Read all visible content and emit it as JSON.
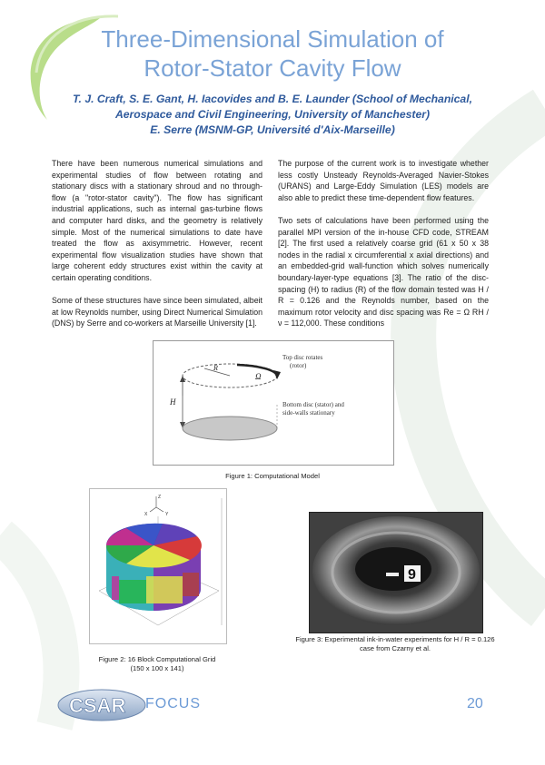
{
  "title": {
    "line1": "Three-Dimensional Simulation of",
    "line2": "Rotor-Stator Cavity Flow"
  },
  "authors": {
    "line1": "T. J. Craft, S. E. Gant, H. Iacovides and B. E. Launder (School of Mechanical,",
    "line2": "Aerospace and Civil Engineering, University of Manchester)",
    "line3": "E. Serre (MSNM-GP, Université d'Aix-Marseille)"
  },
  "body": {
    "left_p1": "There have been numerous numerical simulations and experimental studies of flow between rotating and stationary discs with a stationary shroud and no through-flow (a \"rotor-stator cavity\"). The flow has significant industrial applications, such as internal gas-turbine flows and computer hard disks, and the geometry is relatively simple. Most of the numerical simulations to date have treated the flow as axisymmetric. However, recent experimental flow visualization studies have shown that large coherent eddy structures exist within the cavity at certain operating conditions.",
    "left_p2": "Some of these structures have since been simulated, albeit at low Reynolds number, using Direct Numerical Simulation (DNS) by Serre and co-workers at Marseille University [1].",
    "right_p1": "The purpose of the current work is to investigate whether less costly Unsteady Reynolds-Averaged Navier-Stokes (URANS) and Large-Eddy Simulation (LES) models are also able to predict these time-dependent flow features.",
    "right_p2": "Two sets of calculations have been performed using the parallel MPI version of the in-house CFD code, STREAM [2]. The first used a relatively coarse grid (61 x 50 x 38 nodes in the radial x circumferential x axial directions) and an embedded-grid wall-function which solves numerically boundary-layer-type equations [3]. The ratio of the disc-spacing (H) to radius (R) of the flow domain tested was H / R = 0.126 and the Reynolds number, based on the maximum rotor velocity and disc spacing was Re = Ω RH / ν = 112,000. These conditions"
  },
  "figure1": {
    "label_top_disc": "Top disc rotates",
    "label_rotor": "(rotor)",
    "label_bottom_disc": "Bottom disc (stator) and",
    "label_sidewalls": "side-walls stationary",
    "label_R": "R",
    "label_H": "H",
    "label_omega": "Ω",
    "caption": "Figure 1: Computational Model"
  },
  "figure2": {
    "axis_z": "Z",
    "axis_x": "X",
    "axis_y": "Y",
    "caption_line1": "Figure 2: 16 Block Computational Grid",
    "caption_line2": "(150 x 100 x 141)"
  },
  "figure3": {
    "marker": "9",
    "caption_line1": "Figure 3: Experimental ink-in-water experiments for H / R = 0.126",
    "caption_line2": "case from Czarny et al."
  },
  "footer": {
    "logo_text": "CSAR",
    "focus": "FOCUS",
    "page_number": "20"
  },
  "colors": {
    "title": "#7aa3d6",
    "authors": "#2f5a9c",
    "swoosh": "#b9dd8a",
    "footer": "#6d9bd6"
  }
}
